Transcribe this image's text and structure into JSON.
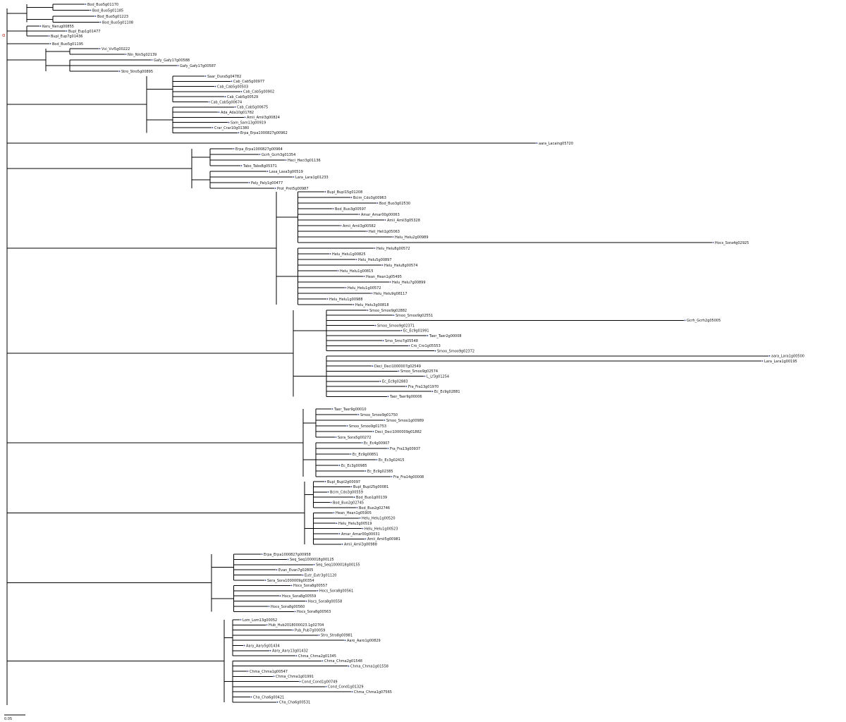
{
  "tree": {
    "root_marker": "α",
    "scale_label": "0.05",
    "groups": [
      {
        "tips": [
          "Bod_Buo5g01170",
          "Bod_Buo5g01185",
          "Bod_Buo5g01223",
          "Bod_Buo5g01108"
        ]
      },
      {
        "tips": [
          "Keru_Nerug00855",
          "Bupl_Eup1g01477",
          "Bupl_Eup7g01436"
        ]
      },
      {
        "tips": [
          "Bod_Buo5g01195"
        ]
      },
      {
        "tips": [
          "Vvi_Vvi5g00222",
          "Nin_Nin5g02139",
          "Gafy_Gafy17g00588",
          "Gafy_Gafy17g00587",
          "Stro_Stro5g00895"
        ]
      },
      {
        "tips": [
          "Saar_Dura5g04782",
          "Cab_Cab5g00977",
          "Cab_Cab5g00503",
          "Cab_Cab5g00902",
          "Cab_Cab5g00529",
          "Cab_Cab5g00674",
          "Cab_Cab5g00675",
          "Ada_Ada10g01782",
          "Amii_Amii3g00824",
          "Sam_Sam13g00919",
          "Crar_Crar10g01380",
          "Erpa_Erpa1000827g00962"
        ]
      },
      {
        "tips": [
          "aara_Lacaing05720"
        ]
      },
      {
        "tips": [
          "Erpa_Erpa1000827g00964",
          "Gcrh_Gcrh3g01354",
          "Heci_Heci3g01136",
          "Tabo_Tabo8g05371",
          "Lasa_Lasa3g00519",
          "Lara_Lara1g01233",
          "Paly_Paly1g00477",
          "Prot_Prot5g00987"
        ]
      },
      {
        "tips": [
          "Bupl_Bupl15g01208",
          "Bcim_Cdo3g00963",
          "Bod_Buo3g02530",
          "Bod_Buo3g00597",
          "Amar_Amar00g00063",
          "Amii_Amii3g05328",
          "Amii_Amii3g00582",
          "Heli_Heli1g05063",
          "Helu_Helu2g00989",
          "Hocs_Sora4g02925",
          "Helu_Helu8g00572",
          "Helu_Helu1g00825",
          "Helu_Helu5g00897",
          "Helu_Helu8g00574",
          "Helu_Helu1g00815",
          "Hean_Hean1g05495",
          "Helu_Helu7g00899",
          "Helu_Helu1g00572",
          "Helu_Helu9g08117",
          "Helu_Helu1g00988",
          "Helu_Helu3g00818"
        ]
      },
      {
        "tips": [
          "Smoo_Smoo9g02882",
          "Smoo_Smoo9g02551",
          "Gcrh_Gcrh2g05005",
          "Smoo_Smoo9g02371",
          "Ec_Ec9g01991",
          "Taer_Taer2g00008",
          "Smo_Smo7g05548",
          "Cro_Cro1g05553",
          "Smoo_Smoo9g02372",
          "aara_Lara1g00500",
          "Lara_Lara1g00195",
          "Deci_Deci1000007g02549",
          "Smoo_Smoo9g02574",
          "L_Lf3g01254",
          "Ec_Ec9g02883",
          "Fra_Fra13g01970",
          "Ec_Ec9g02881",
          "Taer_Taer9g00006"
        ]
      },
      {
        "tips": [
          "Taer_Taer9g00010",
          "Smoo_Smoo9g01750",
          "Smoo_Smoo1g00989",
          "Smoo_Smoo9g01753",
          "Deci_Deci1000009g01882",
          "Sora_Sora5g00272",
          "Ec_Ec4g00907",
          "Fra_Fra13g00937",
          "Ec_Ec9g00851",
          "Ec_Ec3g02415",
          "Ec_Ec3g00985",
          "Ec_Ec9g02385",
          "Fra_Fra14g00008"
        ]
      },
      {
        "tips": [
          "Bupl_Bupl2g00097",
          "Bupl_Bupl25g00081",
          "Bcim_Cdo3g00559",
          "Bod_Buo1g00139",
          "Bod_Buo2g02745",
          "Bod_Buo2g02746",
          "Hean_Hean1g05905",
          "Helu_Helu1g00520",
          "Helu_Helu3g00519",
          "Helu_Helu1g00523",
          "Amar_Amar00g00031",
          "Amii_Amii5g00981",
          "Amii_Amii3g00988"
        ]
      },
      {
        "tips": [
          "Erpa_Erpa1000827g00958",
          "Seq_Seq1000018g00125",
          "Seq_Seq1000018g00155",
          "Evan_Evan7g02805",
          "Eutr_Eutr3g01120",
          "Sera_Sora1000009g00354",
          "Hocs_Sora8g00557",
          "Hocs_Sora8g00561",
          "Hocs_Sora8g00559",
          "Hocs_Sora8g00558",
          "Hocs_Sora8g00560",
          "Hocs_Sora8g00563"
        ]
      },
      {
        "tips": [
          "Lom_Lom13g00052",
          "Hub_Hub2018000023.1g02704",
          "Pub_Pub7g00059",
          "Stro_Stro8g00981",
          "Aaro_Aaro1g00829",
          "Aary_Aary5g01434",
          "Aary_Aary13g01432",
          "Chma_Chma2g01345",
          "Chma_Chma2g01548",
          "Chma_Chma1g01558",
          "Chma_Chma1g00547",
          "Chma_Chma1g01991",
          "Cond_Cond1g00749",
          "Cond_Cond1g01329",
          "Chma_Chma1g07565",
          "Cha_Cha6g00421",
          "Cha_Cha6g00531"
        ]
      }
    ]
  }
}
